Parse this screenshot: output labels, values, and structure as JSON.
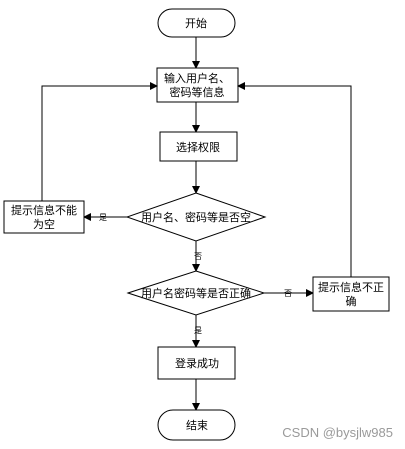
{
  "nodes": {
    "start": "开始",
    "input": [
      "输入用户名、",
      "密码等信息"
    ],
    "select": "选择权限",
    "check_empty": "用户名、密码等是否空",
    "msg_empty": [
      "提示信息不能",
      "为空"
    ],
    "check_correct": "用户名密码等是否正确",
    "msg_incorrect": [
      "提示信息不正",
      "确"
    ],
    "success": "登录成功",
    "end": "结束"
  },
  "edges": {
    "yes": "是",
    "no": "否"
  },
  "watermark": "CSDN @bysjlw985"
}
